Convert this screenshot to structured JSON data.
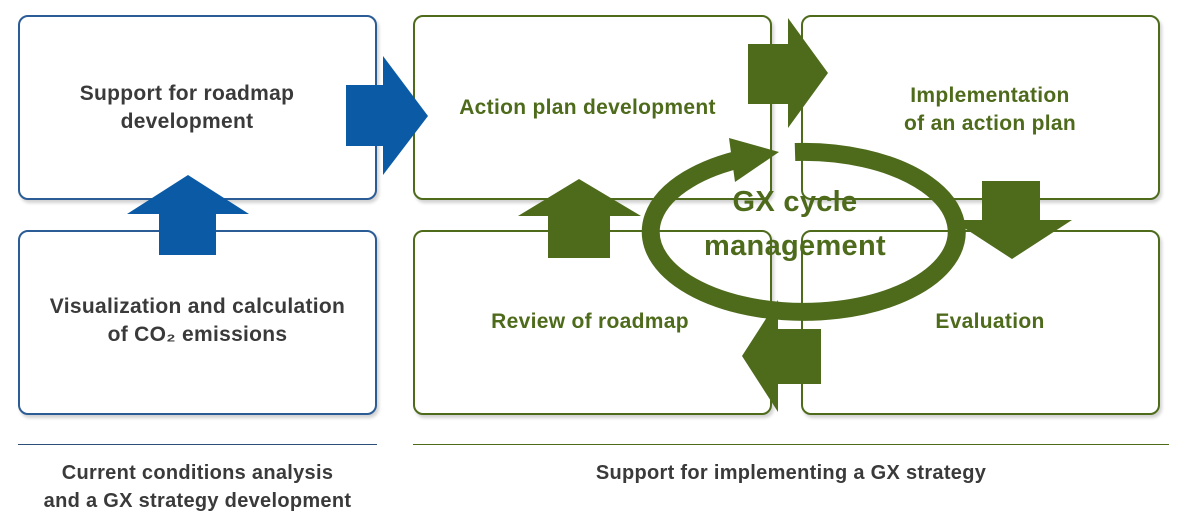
{
  "left": {
    "box_top": "Support for roadmap development",
    "box_bottom_line1": "Visualization and calculation",
    "box_bottom_line2": "of CO₂ emissions",
    "footer_line1": "Current conditions analysis",
    "footer_line2": "and a GX strategy development"
  },
  "right": {
    "action_plan": "Action plan development",
    "implementation_line1": "Implementation",
    "implementation_line2": "of an action plan",
    "review": "Review of roadmap",
    "evaluation": "Evaluation",
    "center_line1": "GX cycle",
    "center_line2": "management",
    "footer": "Support for implementing a GX strategy"
  },
  "colors": {
    "blue": "#0b5aa6",
    "green": "#4e6b1c",
    "text": "#3a3a3a"
  }
}
